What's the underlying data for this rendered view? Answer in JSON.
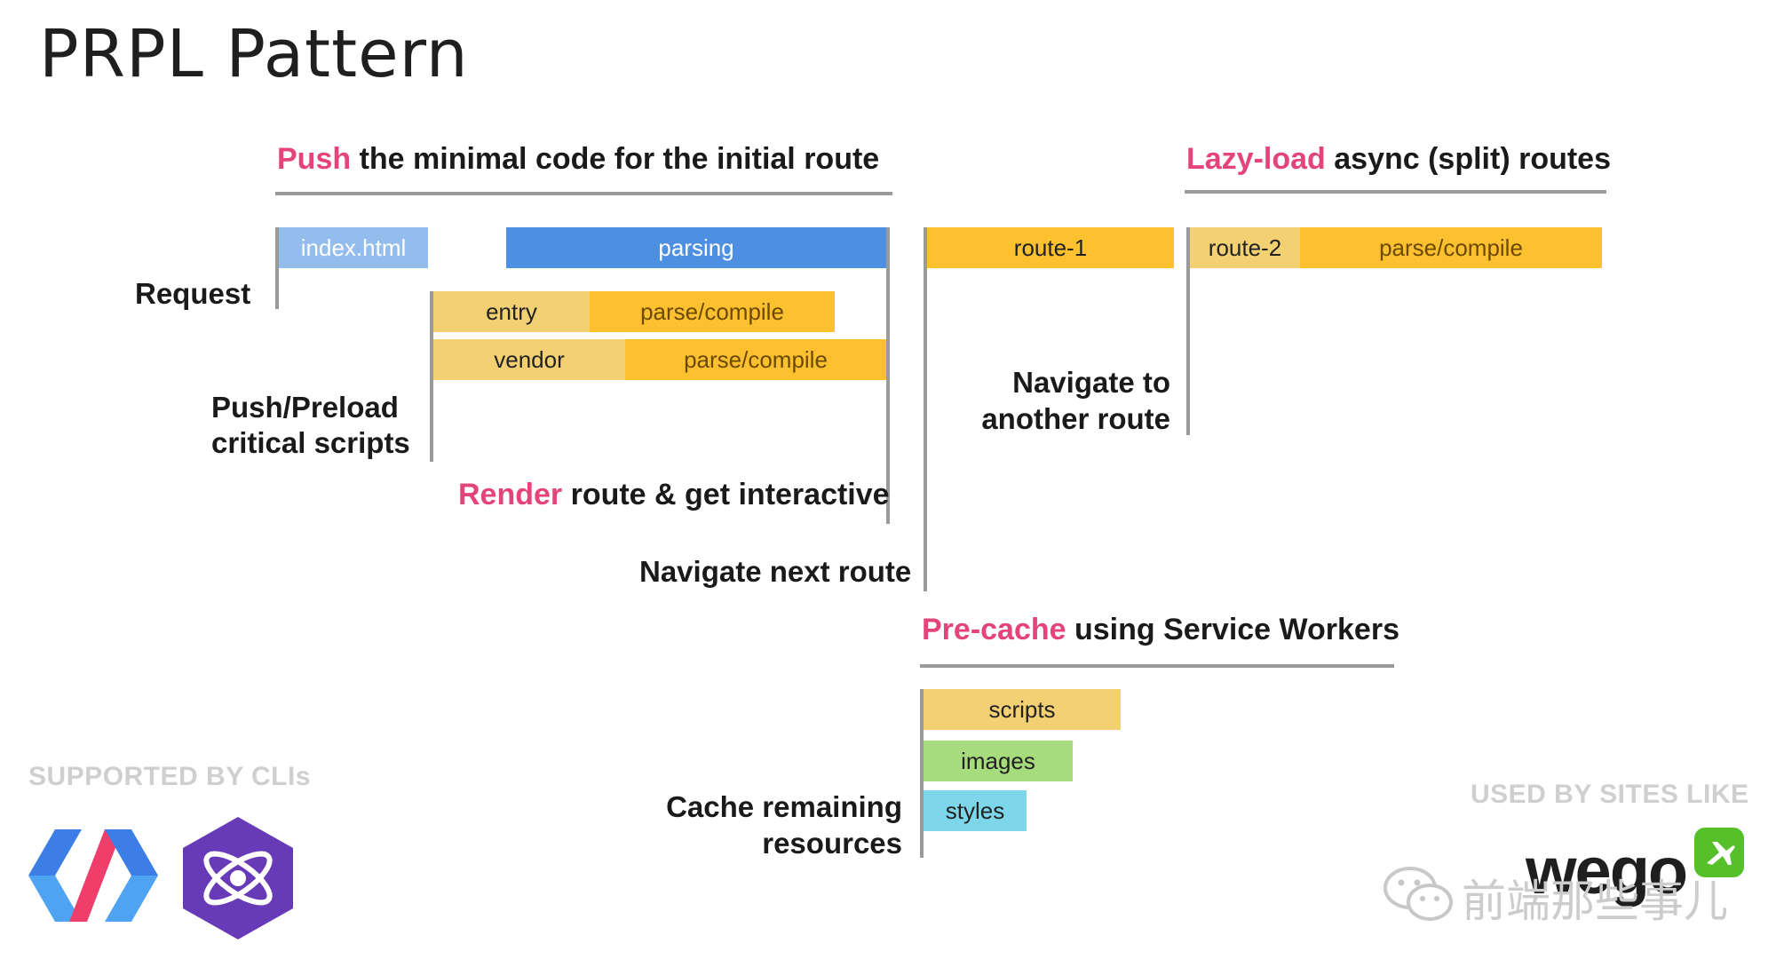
{
  "title": "PRPL Pattern",
  "sections": {
    "push": {
      "accent": "Push",
      "rest": " the minimal code for the initial route"
    },
    "lazy": {
      "accent": "Lazy-load",
      "rest": " async (split) routes"
    },
    "precache": {
      "accent": "Pre-cache",
      "rest": " using Service Workers"
    },
    "render": {
      "accent": "Render",
      "rest": " route & get interactive"
    }
  },
  "labels": {
    "request": "Request",
    "push_preload_1": "Push/Preload",
    "push_preload_2": "critical scripts",
    "navigate_next": "Navigate next route",
    "navigate_another_1": "Navigate to",
    "navigate_another_2": "another route",
    "cache_remaining_1": "Cache remaining",
    "cache_remaining_2": "resources"
  },
  "bars": {
    "index": "index.html",
    "parsing": "parsing",
    "entry": "entry",
    "entry_parse": "parse/compile",
    "vendor": "vendor",
    "vendor_parse": "parse/compile",
    "route1": "route-1",
    "route2": "route-2",
    "route2_parse": "parse/compile",
    "scripts": "scripts",
    "images": "images",
    "styles": "styles"
  },
  "credits": {
    "clis": "SUPPORTED BY CLIs",
    "sites": "USED BY SITES LIKE",
    "watermark": "前端那些事儿",
    "wego": "wego"
  },
  "colors": {
    "accent": "#e5447a",
    "light_blue": "#93bdec",
    "blue": "#4d8fe0",
    "light_yellow": "#f3d173",
    "orange": "#fdc02f",
    "green": "#a6dc7e",
    "cyan": "#7dd6ea"
  }
}
